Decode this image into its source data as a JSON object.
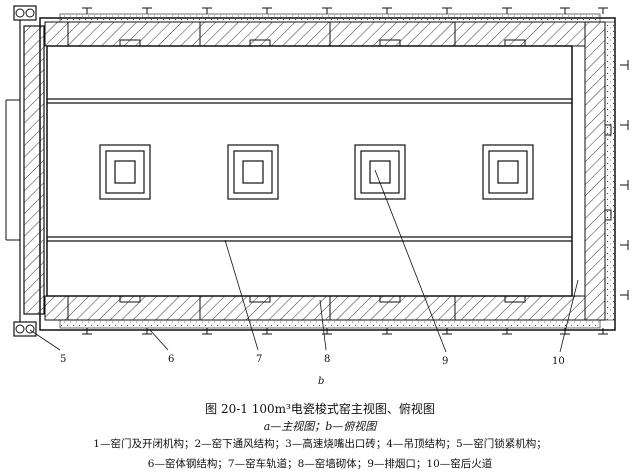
{
  "figure": {
    "title": "图 20-1   100m³电瓷梭式窑主视图、俯视图",
    "subtitle": "a—主视图；b—俯视图",
    "view_label": "b",
    "legend_line_1": "1—窑门及开闭机构；2—窑下通风结构；3—高速烧嘴出口砖；4—吊顶结构；5—窑门锁紧机构；",
    "legend_line_2": "6—窑体钢结构；7—窑车轨道；8—窑墙砌体；9—排烟口；10—窑后火道"
  },
  "callouts": [
    {
      "id": "5",
      "label": "5"
    },
    {
      "id": "6",
      "label": "6"
    },
    {
      "id": "7",
      "label": "7"
    },
    {
      "id": "8",
      "label": "8"
    },
    {
      "id": "9",
      "label": "9"
    },
    {
      "id": "10",
      "label": "10"
    }
  ],
  "colors": {
    "line": "#111111",
    "fill": "#ffffff",
    "hatch": "#333333"
  }
}
